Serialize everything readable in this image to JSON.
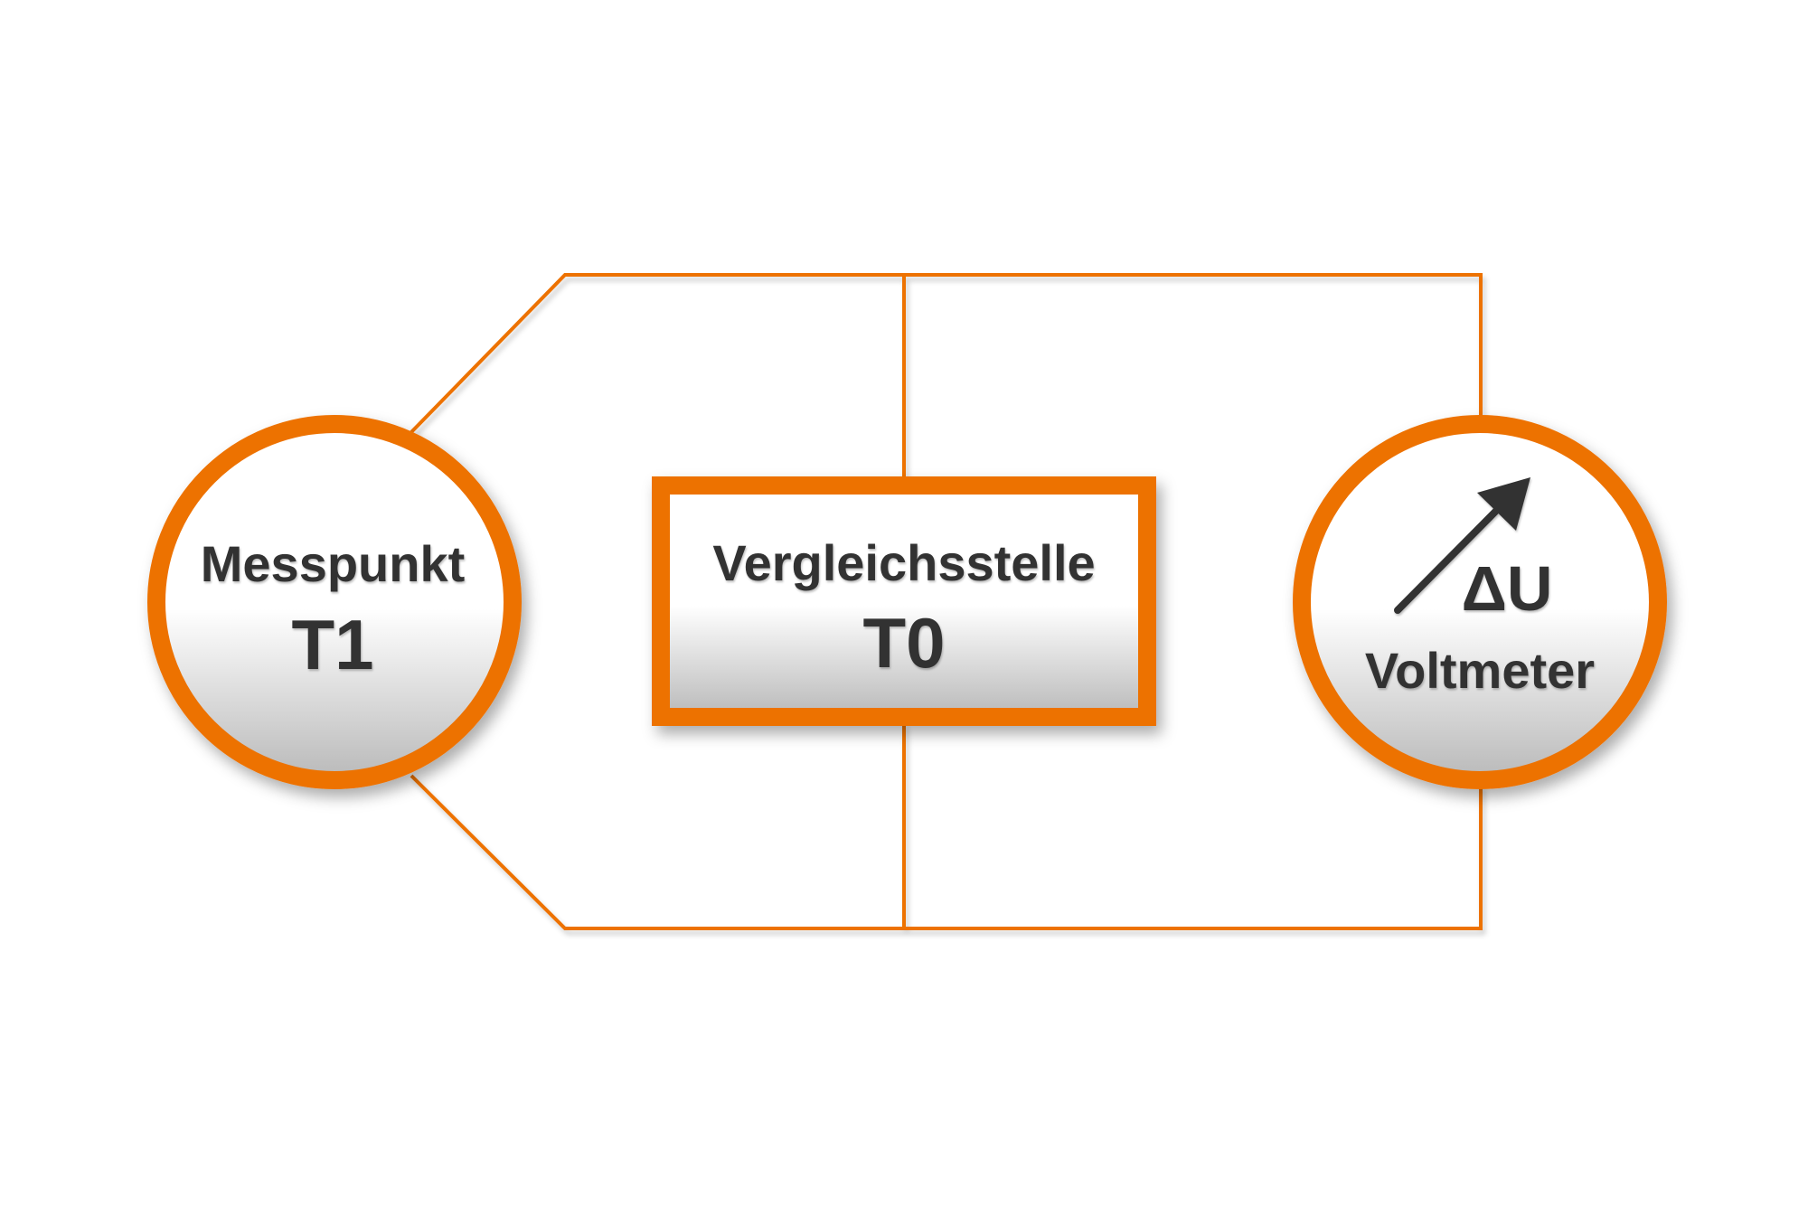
{
  "colors": {
    "accent": "#ED7203",
    "text": "#333333",
    "arrow": "#333333",
    "background": "#FFFFFF"
  },
  "nodes": {
    "measuring_point": {
      "label": "Messpunkt",
      "value": "T1"
    },
    "reference_junction": {
      "label": "Vergleichsstelle",
      "value": "T0"
    },
    "voltmeter": {
      "symbol": "ΔU",
      "label": "Voltmeter",
      "icon": "arrow-up-right-icon"
    }
  }
}
